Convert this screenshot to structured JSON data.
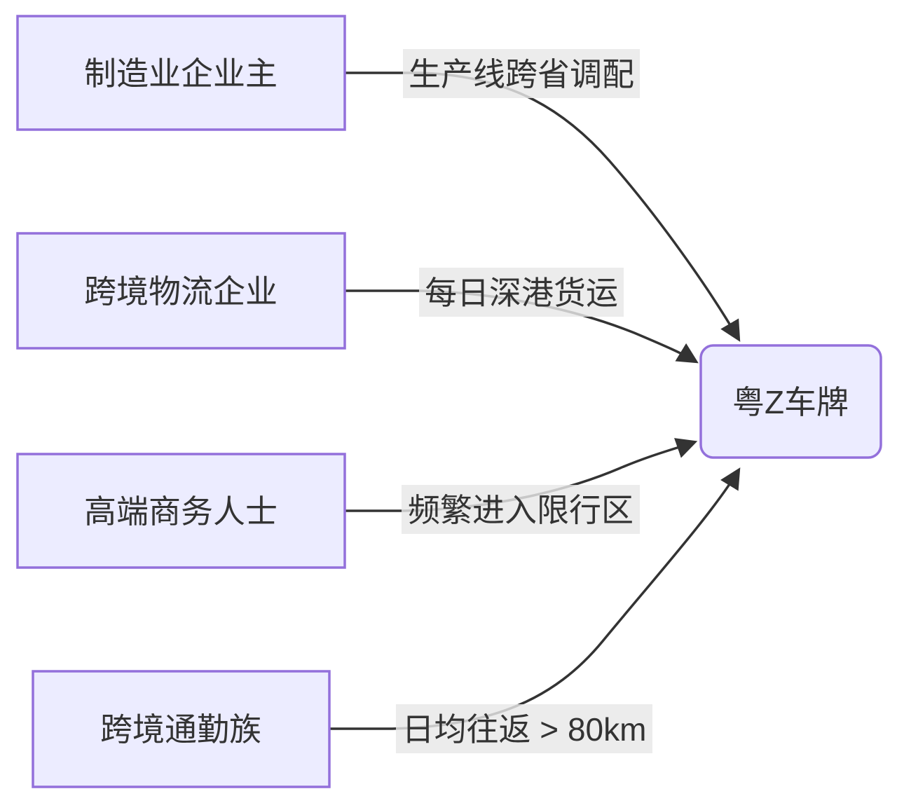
{
  "diagram": {
    "type": "flowchart-left-to-right",
    "colors": {
      "node_fill": "#ECECFF",
      "node_border": "#9370DB",
      "edge_line": "#333333",
      "edge_label_bg": "#E8E8E8",
      "text": "#333333"
    },
    "nodes": [
      {
        "id": "A",
        "label": "制造业企业主",
        "shape": "rectangle"
      },
      {
        "id": "B",
        "label": "跨境物流企业",
        "shape": "rectangle"
      },
      {
        "id": "C",
        "label": "高端商务人士",
        "shape": "rectangle"
      },
      {
        "id": "D",
        "label": "跨境通勤族",
        "shape": "rectangle"
      },
      {
        "id": "E",
        "label": "粤Z车牌",
        "shape": "rounded-rectangle"
      }
    ],
    "edges": [
      {
        "from": "制造业企业主",
        "to": "粤Z车牌",
        "label": "生产线跨省调配"
      },
      {
        "from": "跨境物流企业",
        "to": "粤Z车牌",
        "label": "每日深港货运"
      },
      {
        "from": "高端商务人士",
        "to": "粤Z车牌",
        "label": "频繁进入限行区"
      },
      {
        "from": "跨境通勤族",
        "to": "粤Z车牌",
        "label": "日均往返 > 80km"
      }
    ]
  }
}
